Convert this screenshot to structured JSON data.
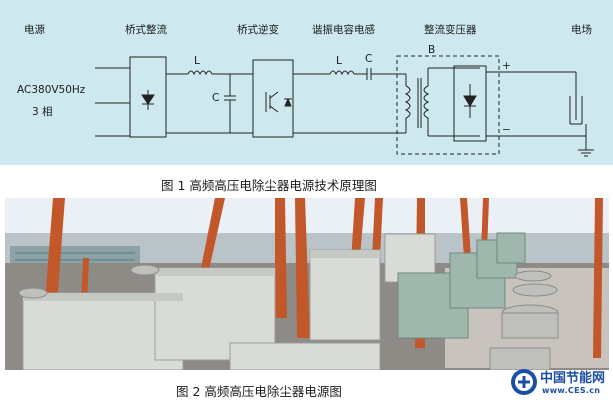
{
  "figure1": {
    "labels": {
      "power": "电源",
      "bridge_rectifier": "桥式整流",
      "bridge_inverter": "桥式逆变",
      "resonant": "谐振电容电感",
      "rectifier_transformer": "整流变压器",
      "field": "电场",
      "ac_spec": "AC380V50Hz",
      "phase": "3  相",
      "inductor1": "L",
      "capacitor1": "C",
      "inductor2": "L",
      "capacitor2": "C",
      "block_b": "B",
      "plus": "+",
      "minus": "−"
    },
    "caption": "图 1   高频高压电除尘器电源技术原理图"
  },
  "figure2": {
    "caption": "图 2   高频高压电除尘器电源图"
  },
  "watermark": {
    "site_name": "中国节能网",
    "url": "www.CES.cn"
  },
  "colors": {
    "panel": "#cde9ef",
    "line": "#222222",
    "pole": "#c2572a",
    "cabinet": "#d9dbd6",
    "green_cabinet": "#9fb7ad",
    "brand": "#1b4fa3"
  }
}
